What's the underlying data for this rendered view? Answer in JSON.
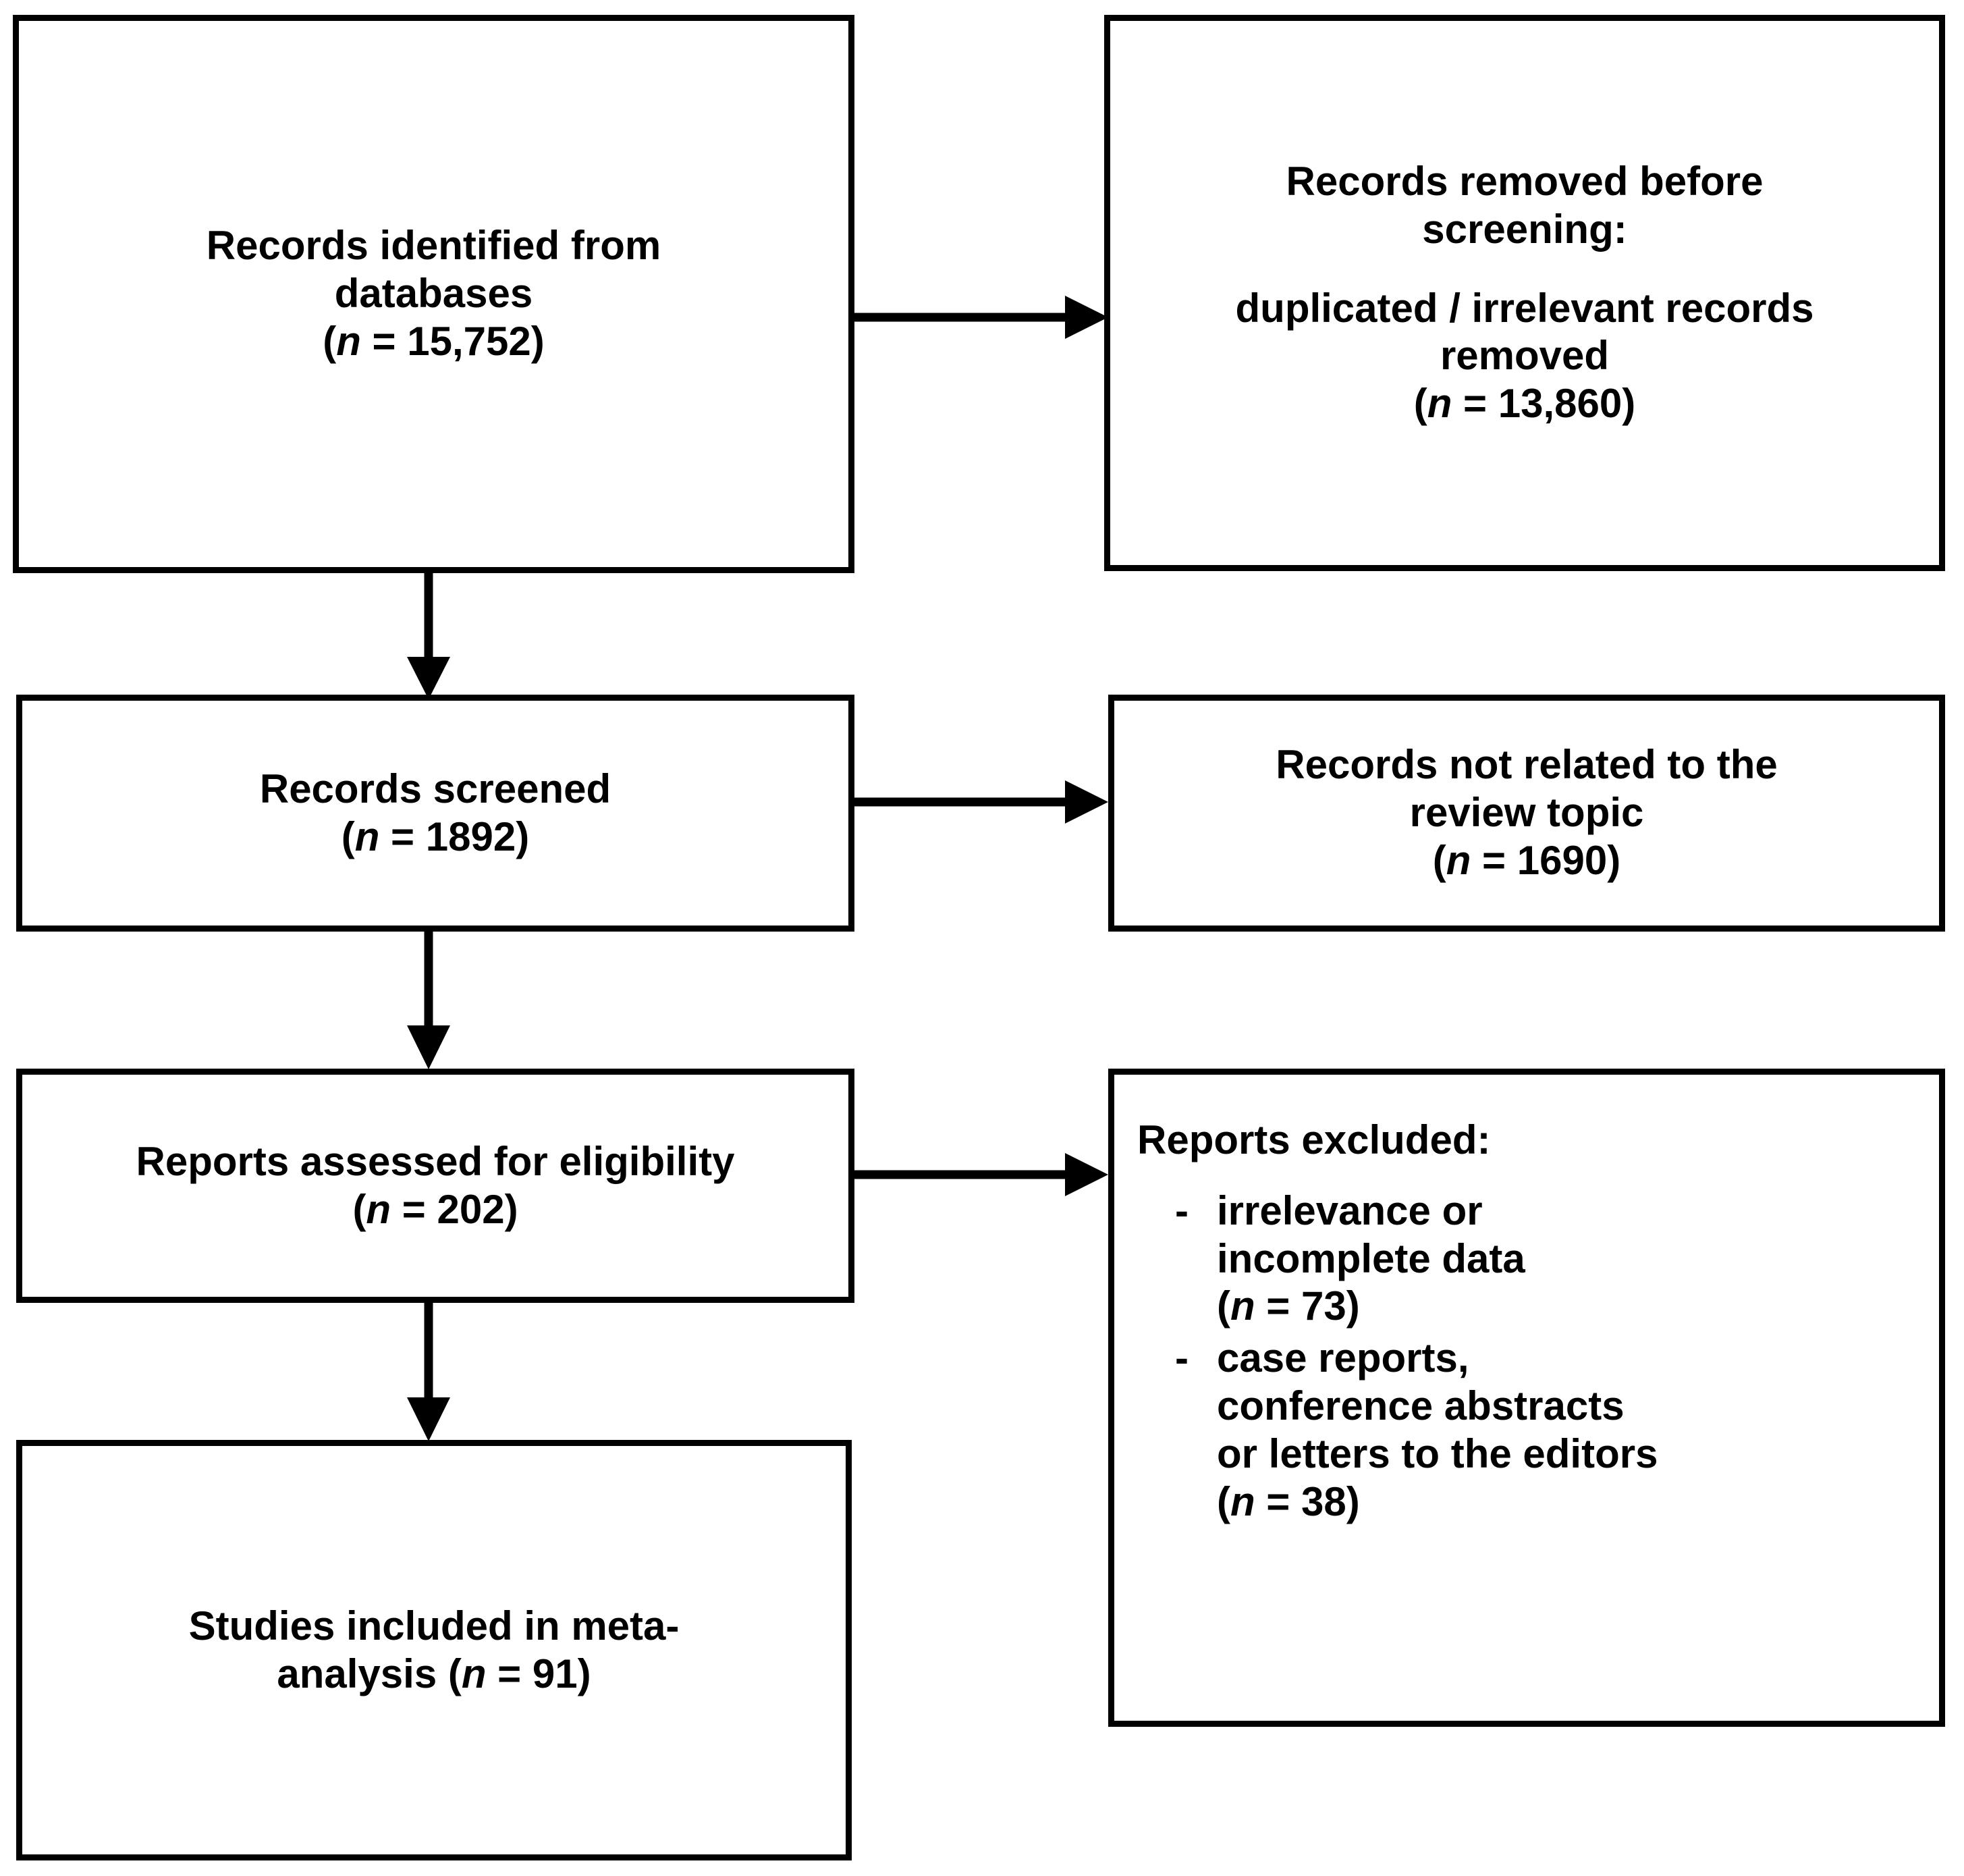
{
  "diagram": {
    "title": "PRISMA study selection flow diagram",
    "ink_color": "#000000",
    "background_color": "#ffffff",
    "boxes": {
      "identified": {
        "label": "Records identified from databases",
        "line1": "Records identified from",
        "line2": "databases",
        "count_prefix": "(",
        "count_n": "n",
        "count_eq": " = ",
        "count_value": "15,752",
        "count_suffix": ")"
      },
      "removed_before_screening": {
        "line1": "Records removed before",
        "line2": "screening:",
        "line3": "duplicated / irrelevant records",
        "line4": "removed",
        "count_prefix": "(",
        "count_n": "n",
        "count_eq": " = ",
        "count_value": "13,860",
        "count_suffix": ")"
      },
      "screened": {
        "line1": "Records screened",
        "count_prefix": "(",
        "count_n": "n",
        "count_eq": " = ",
        "count_value": "1892",
        "count_suffix": ")"
      },
      "not_related": {
        "line1": "Records not related to the",
        "line2": "review topic",
        "count_prefix": "(",
        "count_n": "n",
        "count_eq": " = ",
        "count_value": "1690",
        "count_suffix": ")"
      },
      "eligibility": {
        "line1": "Reports assessed for eligibility",
        "count_prefix": "(",
        "count_n": "n",
        "count_eq": " = ",
        "count_value": "202",
        "count_suffix": ")"
      },
      "reports_excluded": {
        "heading": "Reports excluded:",
        "bullet_marker": "-",
        "items": [
          {
            "line1": "irrelevance or",
            "line2": "incomplete data",
            "count_prefix": "(",
            "count_n": "n",
            "count_eq": " = ",
            "count_value": "73",
            "count_suffix": ")"
          },
          {
            "line1": "case reports,",
            "line2": "conference abstracts",
            "line3": "or letters to the editors",
            "count_prefix": "(",
            "count_n": "n",
            "count_eq": " = ",
            "count_value": "38",
            "count_suffix": ")"
          }
        ]
      },
      "included": {
        "line1": "Studies included in meta-",
        "line2_pre": "analysis (",
        "count_n": "n",
        "count_eq": " = ",
        "count_value": "91",
        "count_suffix": ")"
      }
    },
    "arrows": [
      {
        "name": "identified-to-removed",
        "direction": "right"
      },
      {
        "name": "identified-to-screened",
        "direction": "down"
      },
      {
        "name": "screened-to-not-related",
        "direction": "right"
      },
      {
        "name": "screened-to-eligibility",
        "direction": "down"
      },
      {
        "name": "eligibility-to-excluded",
        "direction": "right"
      },
      {
        "name": "eligibility-to-included",
        "direction": "down"
      }
    ]
  }
}
